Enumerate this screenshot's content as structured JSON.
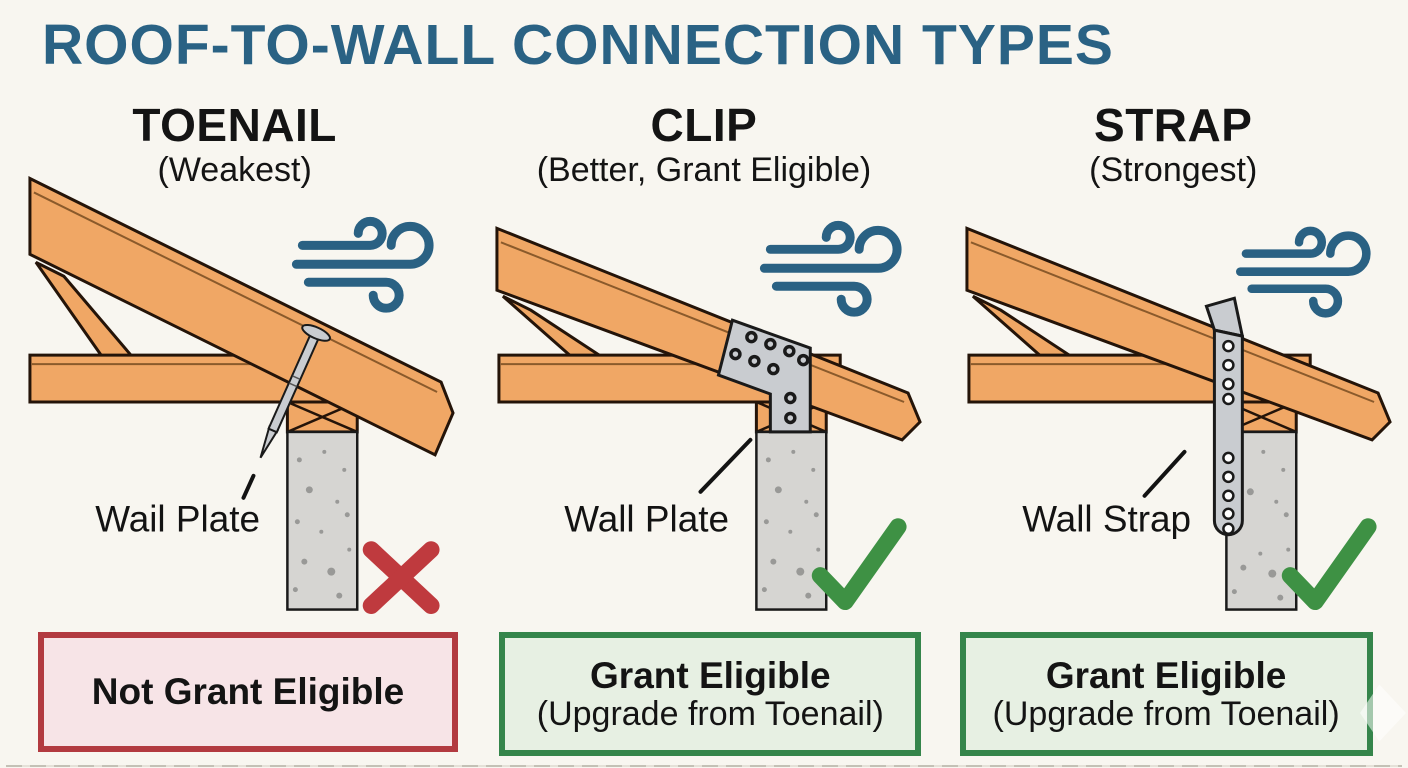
{
  "title": "ROOF-TO-WALL CONNECTION TYPES",
  "panels": [
    {
      "heading": "TOENAIL",
      "subheading": "(Weakest)",
      "connector_label": "Wail Plate",
      "verdict_icon": "red-x-icon",
      "badge_line1": "Not Grant Eligible",
      "badge_line2": ""
    },
    {
      "heading": "CLIP",
      "subheading": "(Better, Grant Eligible)",
      "connector_label": "Wall Plate",
      "verdict_icon": "green-check-icon",
      "badge_line1": "Grant Eligible",
      "badge_line2": "(Upgrade from Toenail)"
    },
    {
      "heading": "STRAP",
      "subheading": "(Strongest)",
      "connector_label": "Wall Strap",
      "verdict_icon": "green-check-icon",
      "badge_line1": "Grant Eligible",
      "badge_line2": "(Upgrade from Toenail)"
    }
  ],
  "icons": {
    "wind": "wind-gust-icon",
    "fail": "red-x-icon",
    "pass": "green-check-icon",
    "next": "next-arrow-overlay"
  },
  "colors": {
    "background": "#f8f6f0",
    "title_blue": "#2a6284",
    "wood": "#f0a765",
    "wood_outline": "#241409",
    "concrete": "#d6d5d2",
    "metal": "#c9ccd0",
    "wind_blue": "#2a6183",
    "fail_red_border": "#b23a40",
    "fail_red_bg": "#f7e4e7",
    "fail_x": "#bf3a3e",
    "pass_green_border": "#35854b",
    "pass_green_bg": "#e7f0e3",
    "check_green": "#3e9144"
  }
}
